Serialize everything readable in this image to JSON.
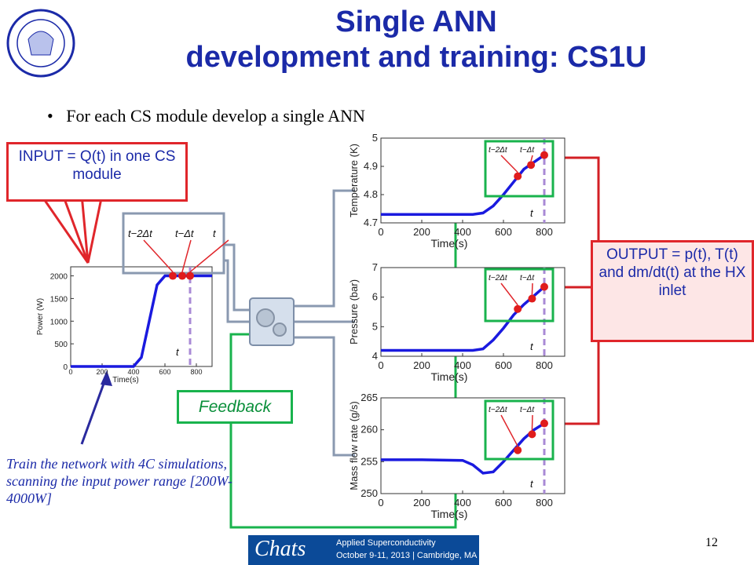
{
  "slide": {
    "title_line1": "Single ANN",
    "title_line2": "development and training: CS1U",
    "bullet": "For each CS module develop a single ANN",
    "input_callout": "INPUT = Q(t) in one CS module",
    "output_callout": "OUTPUT = p(t), T(t) and dm/dt(t) at the HX inlet",
    "feedback_label": "Feedback",
    "train_note": "Train the network with 4C simulations, scanning the input power range [200W-4000W]",
    "page_number": "12"
  },
  "conference_logo": {
    "left_text": "Chats",
    "line1": "Applied Superconductivity",
    "line2": "October 9-11, 2013 | Cambridge, MA"
  },
  "colors": {
    "title": "#1b2aa8",
    "curve": "#1a1adf",
    "callout_border": "#e0262b",
    "feedback_border": "#19b34d",
    "dashed": "#a98ad6"
  },
  "chart_data": [
    {
      "type": "line",
      "xlabel": "Time(s)",
      "ylabel": "Power (W)",
      "xticks": [
        "0",
        "200",
        "400",
        "600",
        "800"
      ],
      "yticks": [
        "0",
        "500",
        "1000",
        "1500",
        "2000"
      ],
      "xlim": [
        0,
        900
      ],
      "ylim": [
        0,
        2200
      ],
      "x": [
        0,
        100,
        200,
        300,
        400,
        450,
        500,
        550,
        600,
        650,
        700,
        750,
        800,
        900
      ],
      "y": [
        0,
        0,
        0,
        0,
        0,
        200,
        1000,
        1800,
        2000,
        2000,
        2000,
        2000,
        2000,
        2000
      ],
      "marker_labels": [
        "t−2Δt",
        "t−Δt",
        "t"
      ],
      "annotation": "t"
    },
    {
      "type": "line",
      "xlabel": "Time(s)",
      "ylabel": "Temperature (K)",
      "xticks": [
        "0",
        "200",
        "400",
        "600",
        "800"
      ],
      "yticks": [
        "4.7",
        "4.8",
        "4.9",
        "5"
      ],
      "xlim": [
        0,
        900
      ],
      "ylim": [
        4.7,
        5.0
      ],
      "x": [
        0,
        200,
        400,
        450,
        500,
        550,
        600,
        650,
        700,
        750,
        800
      ],
      "y": [
        4.73,
        4.73,
        4.73,
        4.73,
        4.735,
        4.76,
        4.8,
        4.845,
        4.89,
        4.915,
        4.94
      ],
      "marker_labels": [
        "t−2Δt",
        "t−Δt"
      ],
      "annotation": "t"
    },
    {
      "type": "line",
      "xlabel": "Time(s)",
      "ylabel": "Pressure (bar)",
      "xticks": [
        "0",
        "200",
        "400",
        "600",
        "800"
      ],
      "yticks": [
        "4",
        "5",
        "6",
        "7"
      ],
      "xlim": [
        0,
        900
      ],
      "ylim": [
        4,
        7
      ],
      "x": [
        0,
        200,
        400,
        450,
        500,
        550,
        600,
        650,
        700,
        750,
        800
      ],
      "y": [
        4.2,
        4.2,
        4.2,
        4.2,
        4.25,
        4.55,
        4.95,
        5.4,
        5.75,
        6.05,
        6.35
      ],
      "marker_labels": [
        "t−2Δt",
        "t−Δt"
      ],
      "annotation": "t"
    },
    {
      "type": "line",
      "xlabel": "Time(s)",
      "ylabel": "Mass flow rate (g/s)",
      "xticks": [
        "0",
        "200",
        "400",
        "600",
        "800"
      ],
      "yticks": [
        "250",
        "255",
        "260",
        "265"
      ],
      "xlim": [
        0,
        900
      ],
      "ylim": [
        250,
        265
      ],
      "x": [
        0,
        200,
        400,
        450,
        500,
        550,
        600,
        650,
        700,
        750,
        800
      ],
      "y": [
        255.3,
        255.3,
        255.2,
        254.5,
        253.2,
        253.4,
        255,
        256.8,
        258.6,
        260,
        261
      ],
      "marker_labels": [
        "t−2Δt",
        "t−Δt"
      ],
      "annotation": "t"
    }
  ]
}
